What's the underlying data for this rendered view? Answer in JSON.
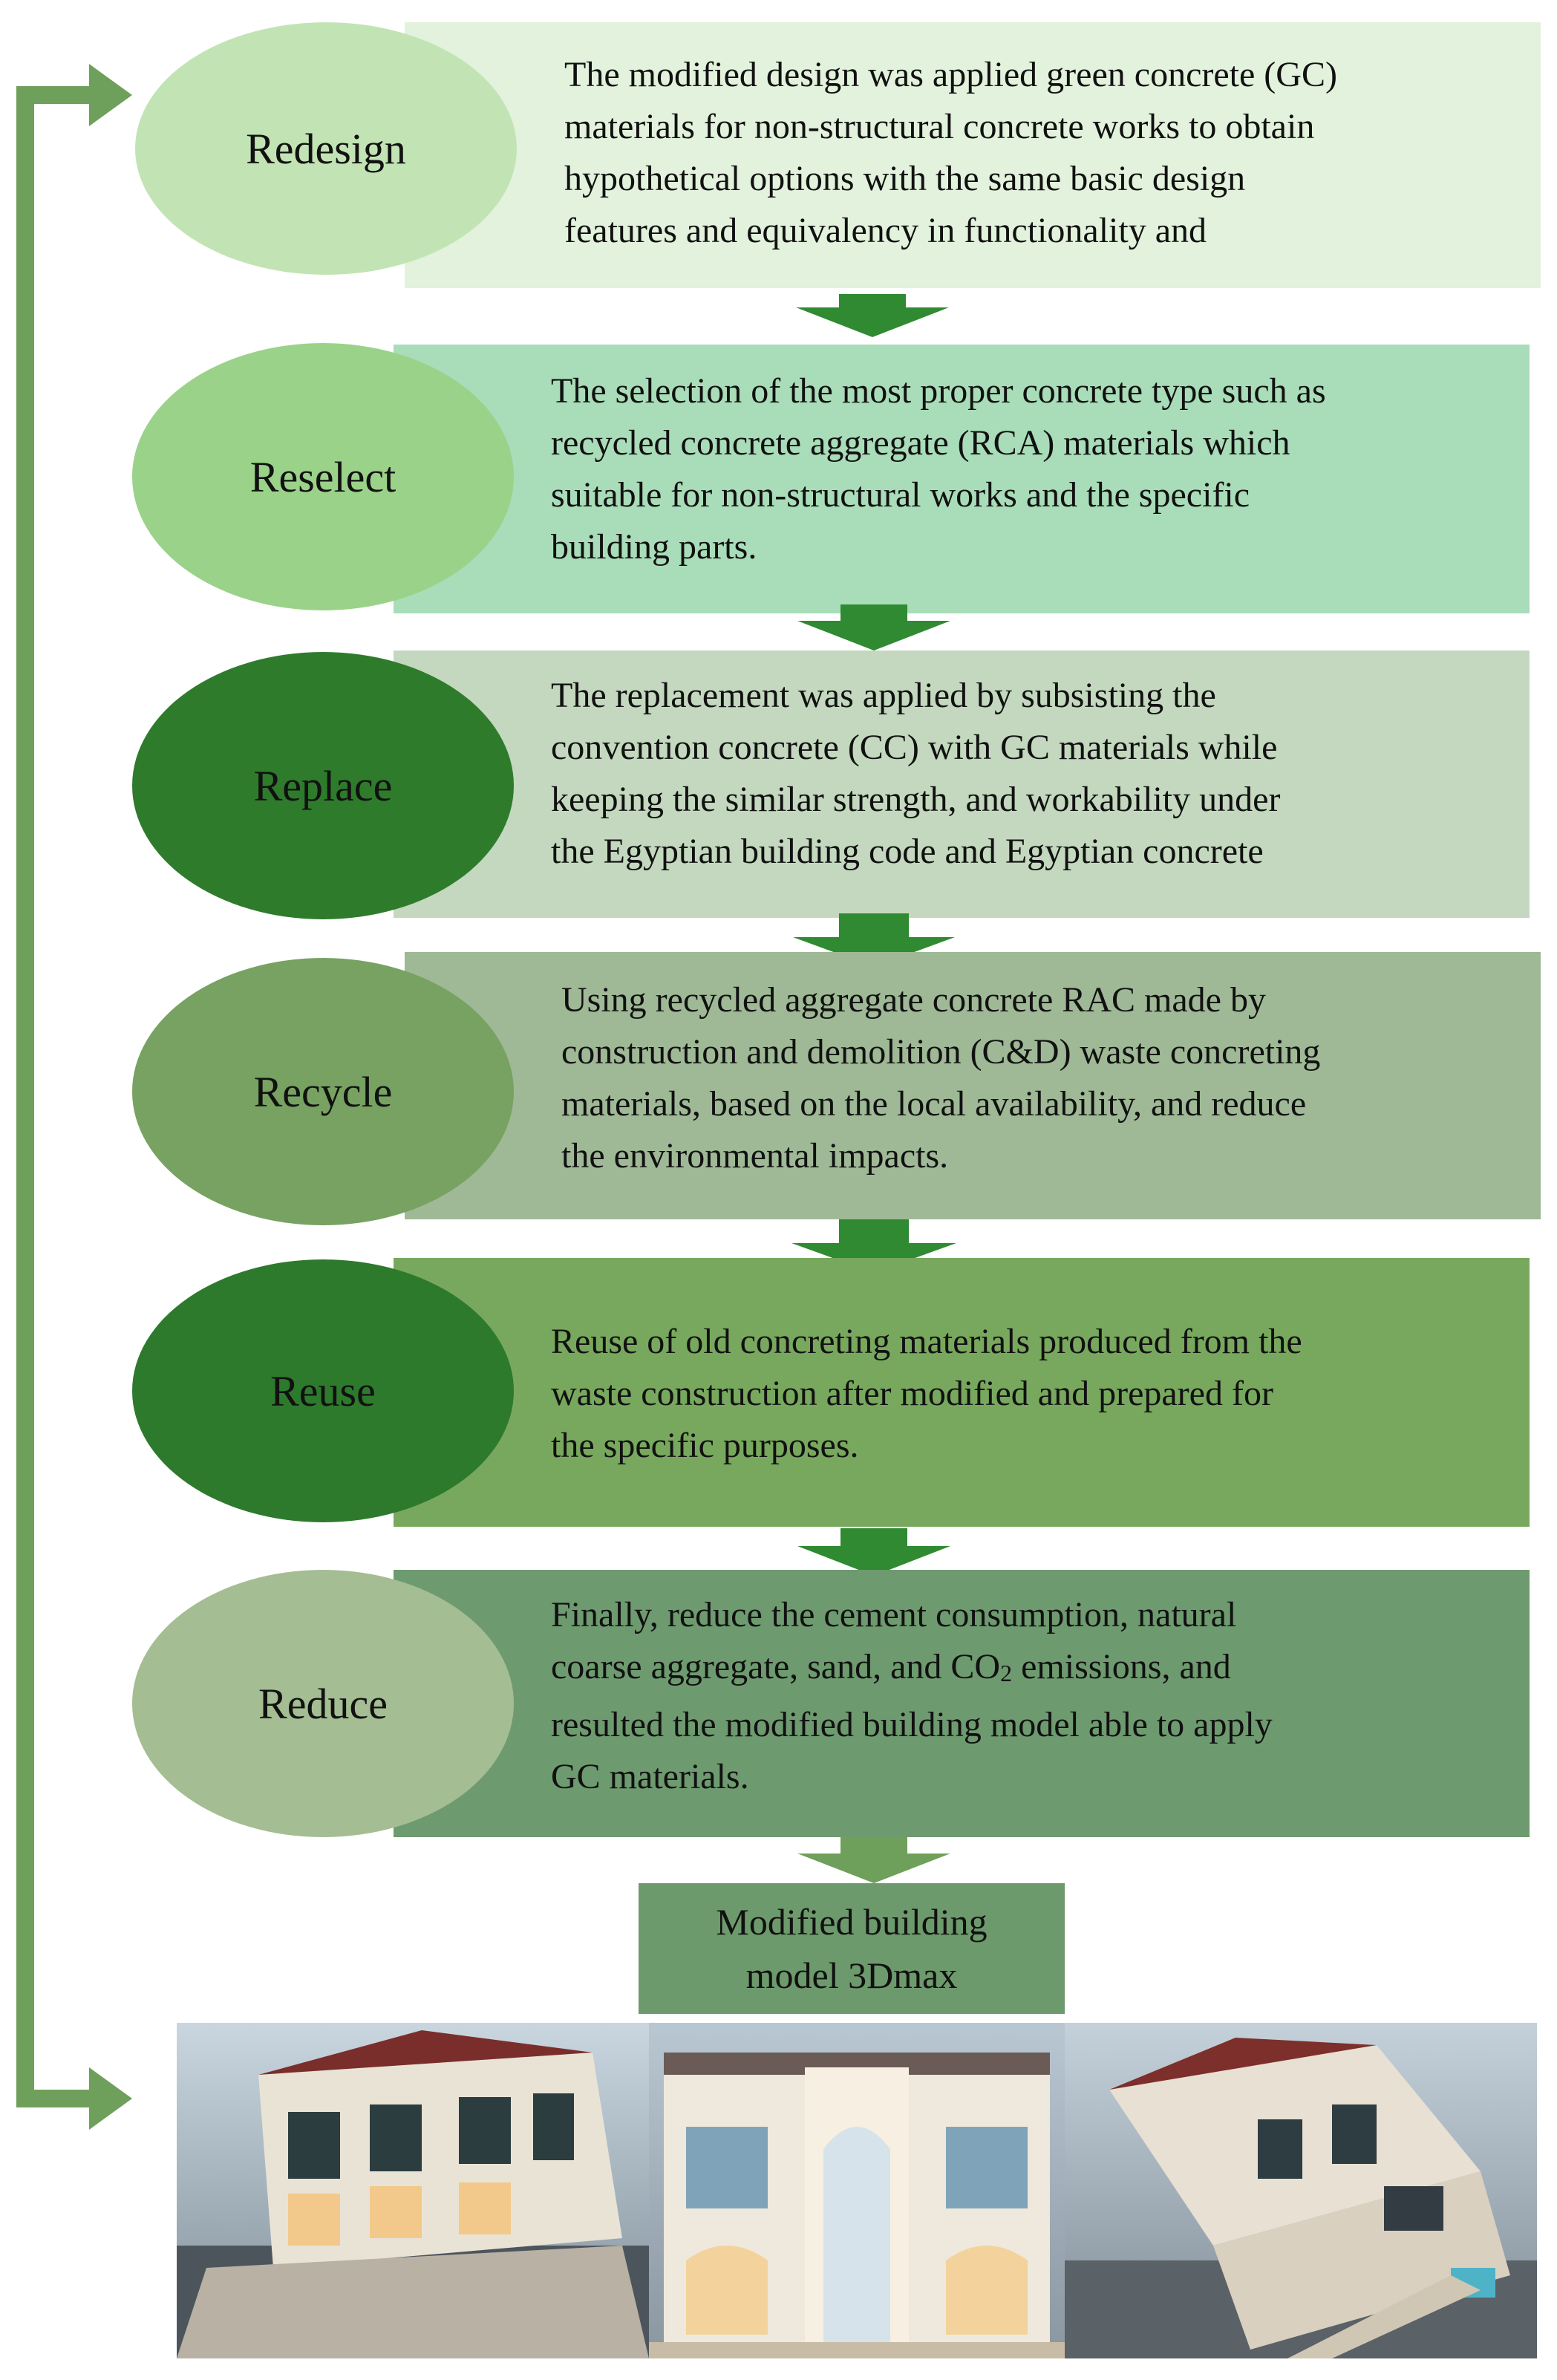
{
  "steps": [
    {
      "label": "Redesign",
      "text": "The modified design was applied green concrete (GC)\nmaterials for non-structural concrete works to obtain\nhypothetical options with the same basic design\nfeatures and equivalency in functionality and"
    },
    {
      "label": "Reselect",
      "text": "The selection of the most proper concrete type such as\nrecycled concrete aggregate (RCA) materials which\nsuitable for non-structural works and the specific\nbuilding parts."
    },
    {
      "label": "Replace",
      "text": "The replacement was applied by subsisting the\nconvention concrete (CC) with GC materials while\nkeeping the similar strength, and workability under\nthe Egyptian building code and Egyptian concrete"
    },
    {
      "label": "Recycle",
      "text": "Using recycled aggregate concrete RAC made by\nconstruction and demolition (C&D) waste concreting\nmaterials, based on the local availability, and reduce\nthe environmental impacts."
    },
    {
      "label": "Reuse",
      "text": "Reuse of old concreting materials produced from the\nwaste construction after modified and prepared for\nthe specific purposes."
    },
    {
      "label": "Reduce",
      "text_lines": [
        "Finally, reduce the cement consumption, natural",
        "coarse aggregate, sand, and CO",
        "2",
        " emissions, and",
        "resulted the modified building model able to apply",
        "GC materials."
      ]
    }
  ],
  "output": {
    "label": "Modified building\nmodel 3Dmax"
  },
  "colors": {
    "box1": "#e2f2dc",
    "box2": "#a9dcb8",
    "box3": "#c3d8be",
    "box4": "#9fb996",
    "box5": "#78a85e",
    "box6": "#6e9a6f",
    "ell1": "#c2e4b4",
    "ell2": "#9bd289",
    "ell3": "#2e7b2c",
    "ell4": "#77a262",
    "ell5": "#2d7a2d",
    "ell6": "#a4bd93",
    "arrow": "#2f8a31",
    "loop": "#6fa05b",
    "final": "#6d9a6c"
  }
}
